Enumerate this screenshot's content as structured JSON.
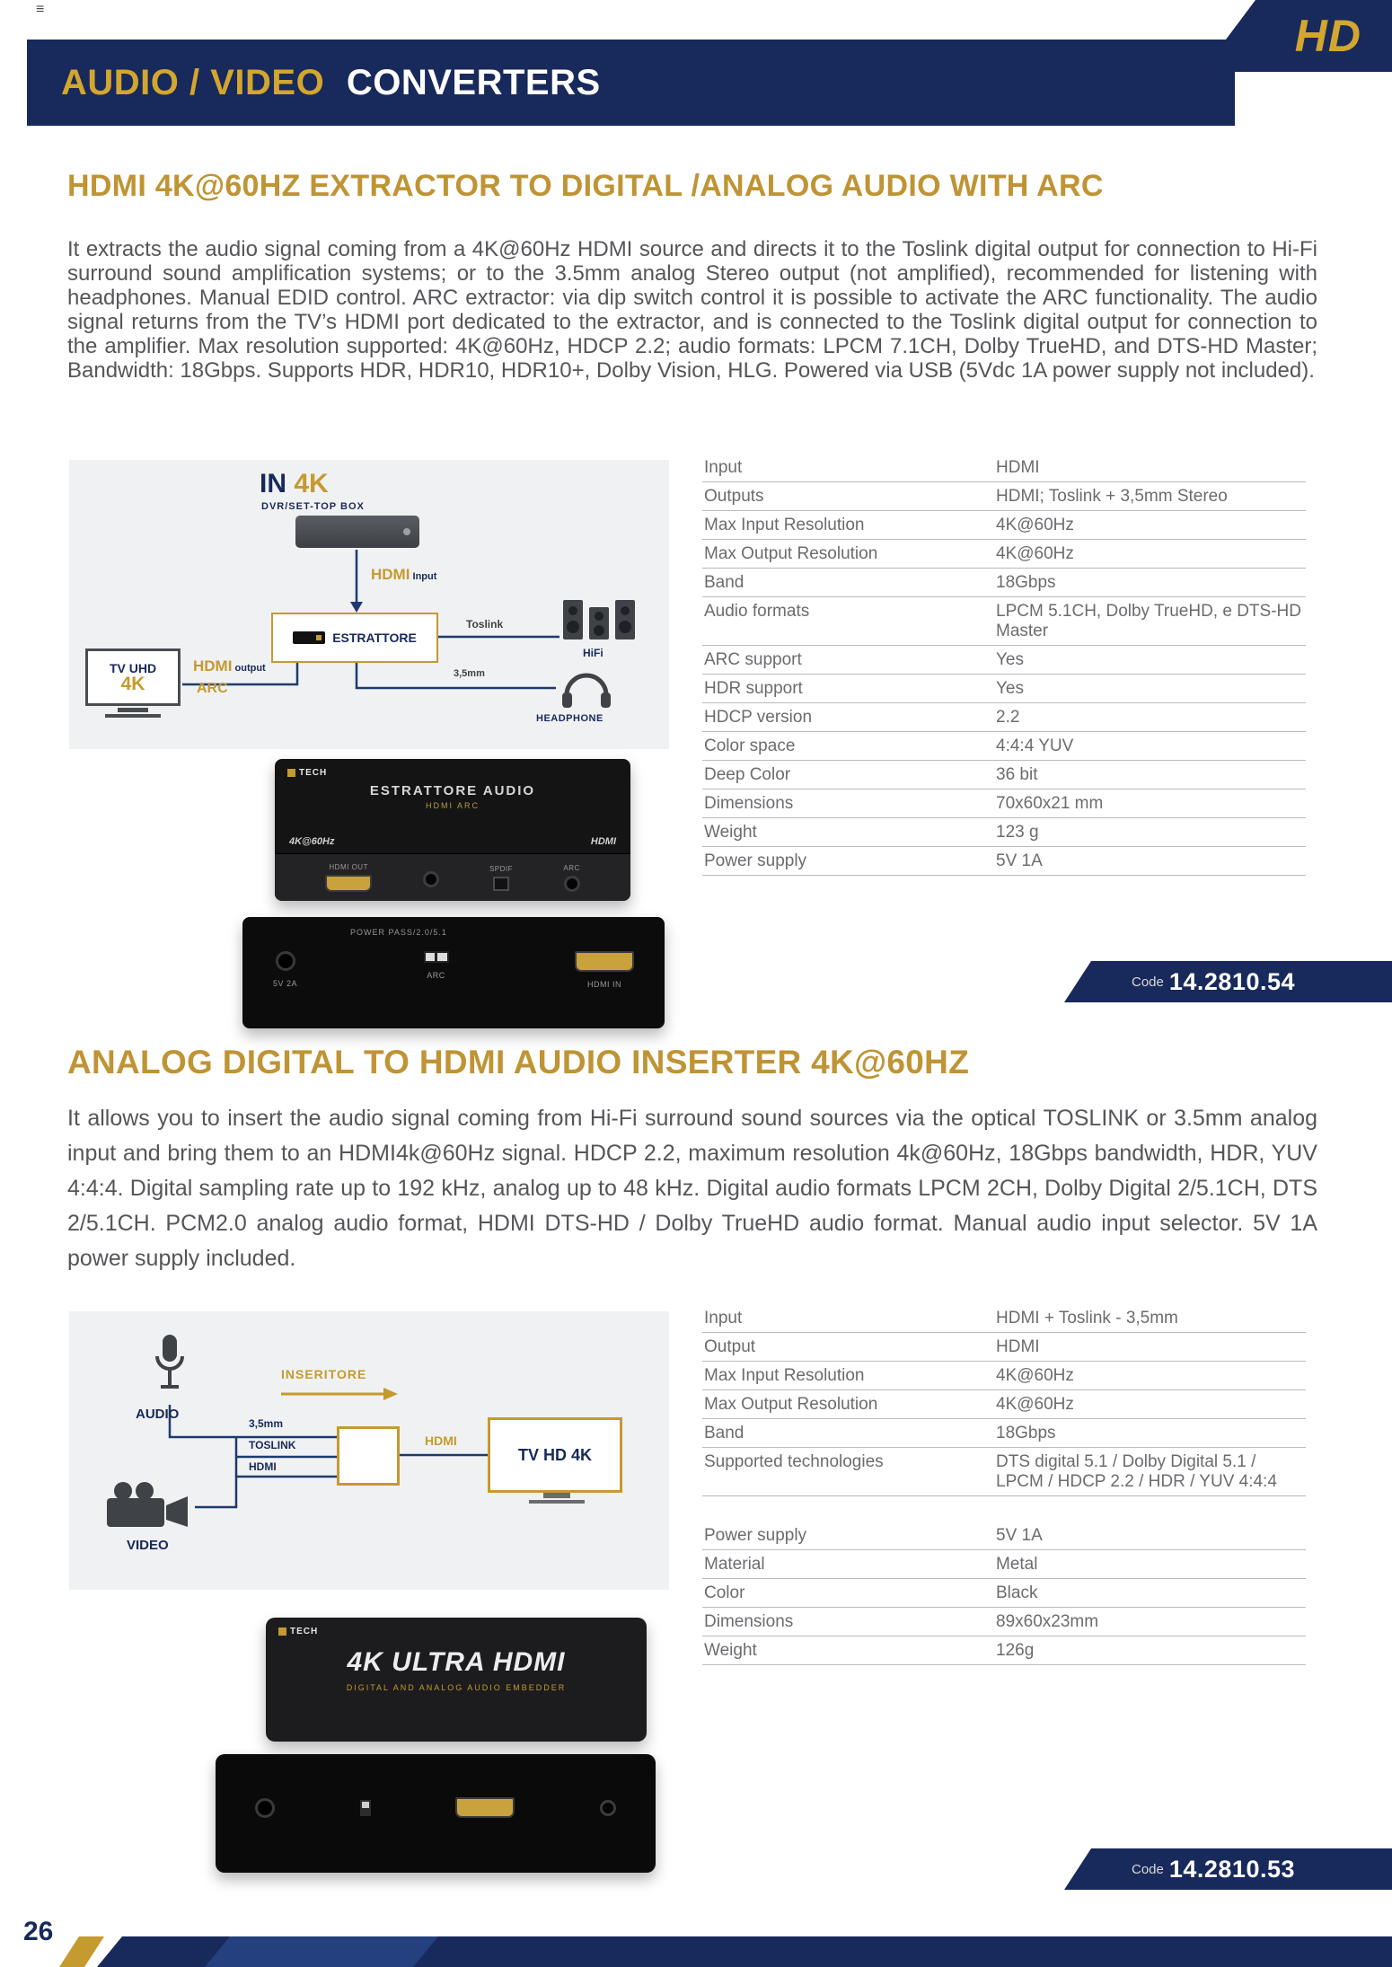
{
  "page": {
    "corner_mark": "≡",
    "number": "26",
    "logo": "HD",
    "header": {
      "title_accent": "AUDIO / VIDEO",
      "title_rest": "CONVERTERS"
    }
  },
  "product1": {
    "title": "HDMI 4K@60HZ EXTRACTOR TO DIGITAL /ANALOG AUDIO WITH ARC",
    "description": "It extracts the audio signal coming from a 4K@60Hz HDMI source and directs it to the Toslink digital output for connection to Hi-Fi surround sound amplification systems; or to the 3.5mm analog Stereo output (not amplified), recommended for listening with headphones. Manual EDID control. ARC extractor: via dip switch control it is possible to activate the ARC functionality. The audio signal returns from the TV’s HDMI port dedicated to the extractor, and is connected to the Toslink digital output for connection to the amplifier. Max resolution supported: 4K@60Hz, HDCP 2.2; audio formats: LPCM 7.1CH, Dolby TrueHD, and DTS-HD Master; Bandwidth: 18Gbps. Supports HDR, HDR10, HDR10+, Dolby Vision, HLG. Powered via USB (5Vdc 1A power supply not included).",
    "code_label": "Code",
    "code": "14.2810.54",
    "specs": [
      {
        "label": "Input",
        "value": "HDMI"
      },
      {
        "label": "Outputs",
        "value": "HDMI; Toslink + 3,5mm Stereo"
      },
      {
        "label": "Max Input Resolution",
        "value": "4K@60Hz"
      },
      {
        "label": "Max Output Resolution",
        "value": "4K@60Hz"
      },
      {
        "label": "Band",
        "value": "18Gbps"
      },
      {
        "label": "Audio formats",
        "value": "LPCM 5.1CH, Dolby TrueHD, e DTS-HD Master"
      },
      {
        "label": "ARC support",
        "value": "Yes"
      },
      {
        "label": "HDR support",
        "value": "Yes"
      },
      {
        "label": "HDCP version",
        "value": "2.2"
      },
      {
        "label": "Color space",
        "value": "4:4:4 YUV"
      },
      {
        "label": "Deep Color",
        "value": "36 bit"
      },
      {
        "label": "Dimensions",
        "value": "70x60x21 mm"
      },
      {
        "label": "Weight",
        "value": "123 g"
      },
      {
        "label": "Power supply",
        "value": "5V 1A"
      }
    ],
    "diagram": {
      "in_prefix": "IN",
      "in_res": "4K",
      "source_caption": "DVR/SET-TOP BOX",
      "hdmi_in_accent": "HDMI",
      "hdmi_in_rest": "Input",
      "extractor_label": "ESTRATTORE",
      "toslink_label": "Toslink",
      "hifi_label": "HiFi",
      "jack_label": "3,5mm",
      "headphone_label": "HEADPHONE",
      "tv_name": "TV UHD",
      "tv_res": "4K",
      "hdmi_out_accent": "HDMI",
      "hdmi_out_rest": "output",
      "arc_label": "ARC"
    },
    "device": {
      "brand": "TECH",
      "top_line1": "ESTRATTORE AUDIO",
      "top_line2": "HDMI ARC",
      "badge_left": "4K@60Hz",
      "badge_right": "HDMI",
      "front_ports": [
        "HDMI OUT",
        "SPDIF",
        "ARC"
      ],
      "rear_label": "POWER PASS/2.0/5.1",
      "rear_ports": [
        "5V 2A",
        "ARC",
        "HDMI IN"
      ]
    }
  },
  "product2": {
    "title": "ANALOG DIGITAL TO HDMI AUDIO INSERTER 4K@60HZ",
    "description": "It allows you to insert the audio signal coming from Hi-Fi surround sound sources via the optical TOSLINK or 3.5mm analog input and bring them to an HDMI4k@60Hz signal. HDCP 2.2, maximum resolution 4k@60Hz, 18Gbps bandwidth, HDR, YUV 4:4:4. Digital sampling rate up to 192 kHz, analog up to 48 kHz. Digital audio formats LPCM 2CH, Dolby Digital 2/5.1CH, DTS 2/5.1CH. PCM2.0 analog audio format, HDMI DTS-HD / Dolby TrueHD audio format. Manual audio input selector. 5V 1A power supply included.",
    "code_label": "Code",
    "code": "14.2810.53",
    "specs": [
      {
        "label": "Input",
        "value": "HDMI + Toslink - 3,5mm"
      },
      {
        "label": "Output",
        "value": "HDMI"
      },
      {
        "label": "Max Input Resolution",
        "value": "4K@60Hz"
      },
      {
        "label": "Max Output Resolution",
        "value": "4K@60Hz"
      },
      {
        "label": "Band",
        "value": "18Gbps"
      },
      {
        "label": "Supported technologies",
        "value": "DTS digital 5.1 / Dolby Digital 5.1 / LPCM / HDCP 2.2 / HDR / YUV 4:4:4"
      },
      {
        "label": "Power supply",
        "value": "5V 1A"
      },
      {
        "label": "Material",
        "value": "Metal"
      },
      {
        "label": "Color",
        "value": "Black"
      },
      {
        "label": "Dimensions",
        "value": "89x60x23mm"
      },
      {
        "label": "Weight",
        "value": "126g"
      }
    ],
    "diagram": {
      "audio_label": "AUDIO",
      "video_label": "VIDEO",
      "jack_label": "3,5mm",
      "toslink_label": "TOSLINK",
      "hdmi_label": "HDMI",
      "inserter_label": "INSERITORE",
      "hdmi_out_label": "HDMI",
      "tv_label": "TV HD 4K"
    },
    "device": {
      "brand": "TECH",
      "top_line1": "4K ULTRA HDMI",
      "top_line2": "DIGITAL AND ANALOG AUDIO EMBEDDER"
    }
  }
}
